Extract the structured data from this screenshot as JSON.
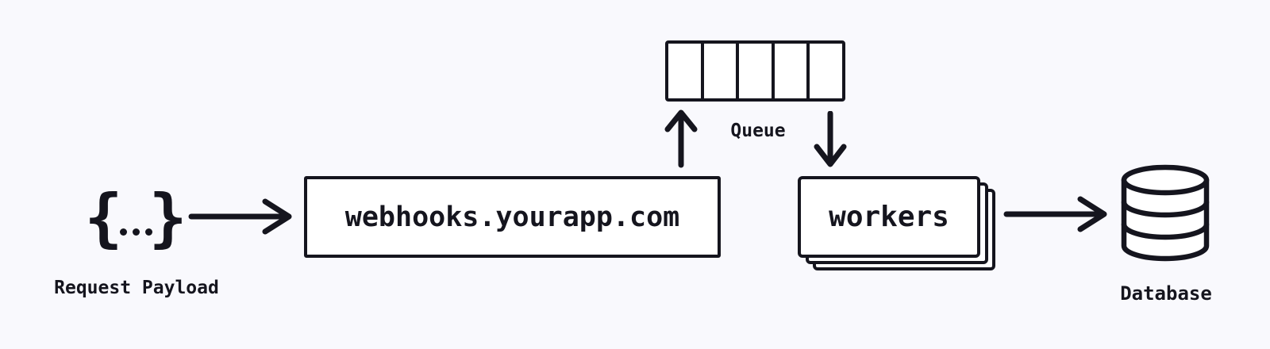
{
  "colors": {
    "background": "#f9f9fd",
    "ink": "#15151e",
    "node_fill": "#ffffff"
  },
  "nodes": {
    "payload": {
      "symbol": "{...}",
      "symbol_open": "{",
      "symbol_close": "}",
      "dot_count": 3,
      "label": "Request Payload"
    },
    "webhook": {
      "label": "webhooks.yourapp.com"
    },
    "queue": {
      "label": "Queue",
      "cell_count": 5
    },
    "workers": {
      "label": "workers",
      "stack_count": 3
    },
    "database": {
      "label": "Database"
    }
  },
  "edges": [
    {
      "from": "payload",
      "to": "webhook",
      "direction": "right"
    },
    {
      "from": "webhook",
      "to": "queue",
      "direction": "up"
    },
    {
      "from": "queue",
      "to": "workers",
      "direction": "down"
    },
    {
      "from": "workers",
      "to": "database",
      "direction": "right"
    }
  ]
}
